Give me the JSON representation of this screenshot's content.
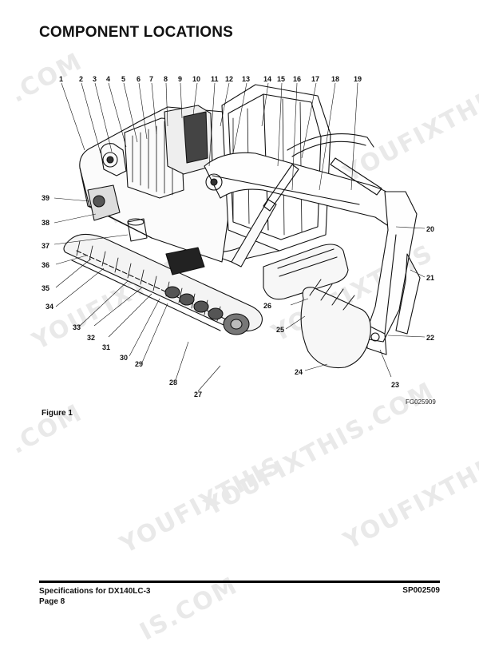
{
  "page": {
    "title": "COMPONENT LOCATIONS",
    "figure_code": "FG025909",
    "figure_caption": "Figure 1"
  },
  "watermark": {
    "text": "YOUFIXTHIS",
    "text_com": ".COM",
    "text_full": "YOUFIXTHIS.COM",
    "text_tail": "IS.COM"
  },
  "callouts": [
    "1",
    "2",
    "3",
    "4",
    "5",
    "6",
    "7",
    "8",
    "9",
    "10",
    "11",
    "12",
    "13",
    "14",
    "15",
    "16",
    "17",
    "18",
    "19",
    "20",
    "21",
    "22",
    "23",
    "24",
    "25",
    "26",
    "27",
    "28",
    "29",
    "30",
    "31",
    "32",
    "33",
    "34",
    "35",
    "36",
    "37",
    "38",
    "39"
  ],
  "footer": {
    "doc_title": "Specifications for DX140LC-3",
    "page_label": "Page 8",
    "doc_code": "SP002509"
  }
}
